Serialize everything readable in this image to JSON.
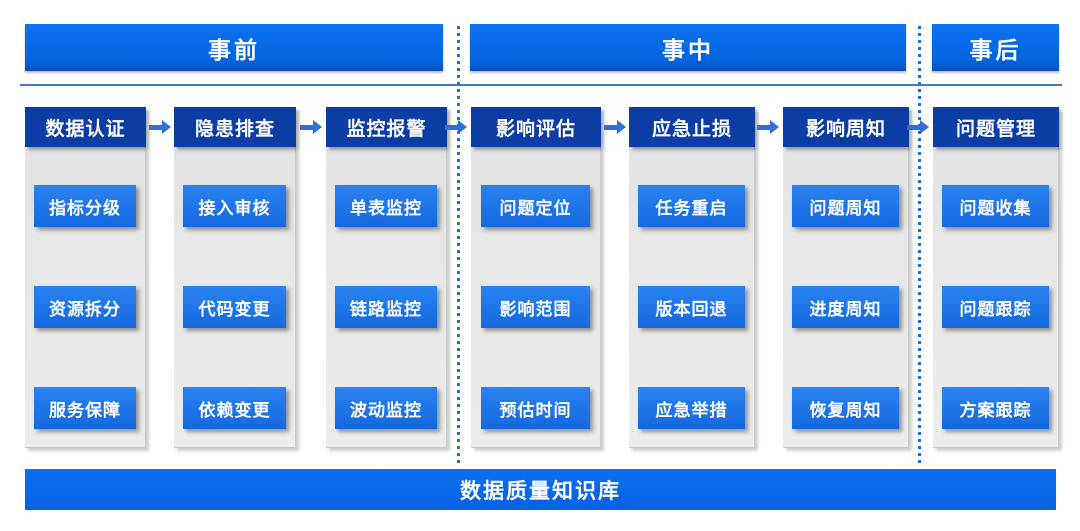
{
  "phases": [
    {
      "label": "事前"
    },
    {
      "label": "事中"
    },
    {
      "label": "事后"
    }
  ],
  "stages": [
    {
      "title": "数据认证",
      "items": [
        "指标分级",
        "资源拆分",
        "服务保障"
      ]
    },
    {
      "title": "隐患排查",
      "items": [
        "接入审核",
        "代码变更",
        "依赖变更"
      ]
    },
    {
      "title": "监控报警",
      "items": [
        "单表监控",
        "链路监控",
        "波动监控"
      ]
    },
    {
      "title": "影响评估",
      "items": [
        "问题定位",
        "影响范围",
        "预估时间"
      ]
    },
    {
      "title": "应急止损",
      "items": [
        "任务重启",
        "版本回退",
        "应急举措"
      ]
    },
    {
      "title": "影响周知",
      "items": [
        "问题周知",
        "进度周知",
        "恢复周知"
      ]
    },
    {
      "title": "问题管理",
      "items": [
        "问题收集",
        "问题跟踪",
        "方案跟踪"
      ]
    }
  ],
  "footer": {
    "label": "数据质量知识库"
  },
  "colors": {
    "phase_bar_blue": "#0666e8",
    "stage_header_navy": "#0c3da5",
    "item_blue": "#1b76e8",
    "footer_blue": "#0968ef",
    "arrow_blue": "#2e6fd8",
    "dotted_line_blue": "#1a6fd6",
    "rule_blue": "#4879bd",
    "column_gray": "#e4e4e4",
    "text_white": "#ffffff"
  }
}
